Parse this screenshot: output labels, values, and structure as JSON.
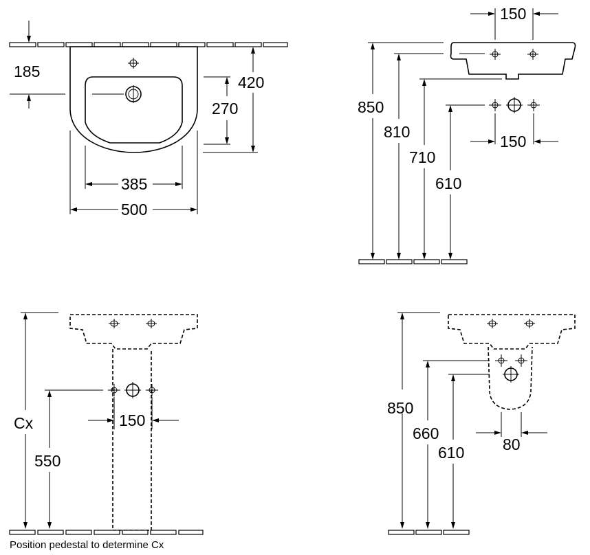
{
  "top_view": {
    "dims": {
      "d185": "185",
      "d420": "420",
      "d270": "270",
      "d385": "385",
      "d500": "500"
    }
  },
  "side_view": {
    "dims": {
      "d150_top": "150",
      "d850": "850",
      "d810": "810",
      "d710": "710",
      "d610": "610",
      "d150_bottom": "150"
    }
  },
  "pedestal_view": {
    "dims": {
      "cx": "Cx",
      "d550": "550",
      "d150": "150"
    },
    "note": "Position pedestal to determine Cx"
  },
  "semi_pedestal_view": {
    "dims": {
      "d850": "850",
      "d660": "660",
      "d610": "610",
      "d80": "80"
    }
  }
}
